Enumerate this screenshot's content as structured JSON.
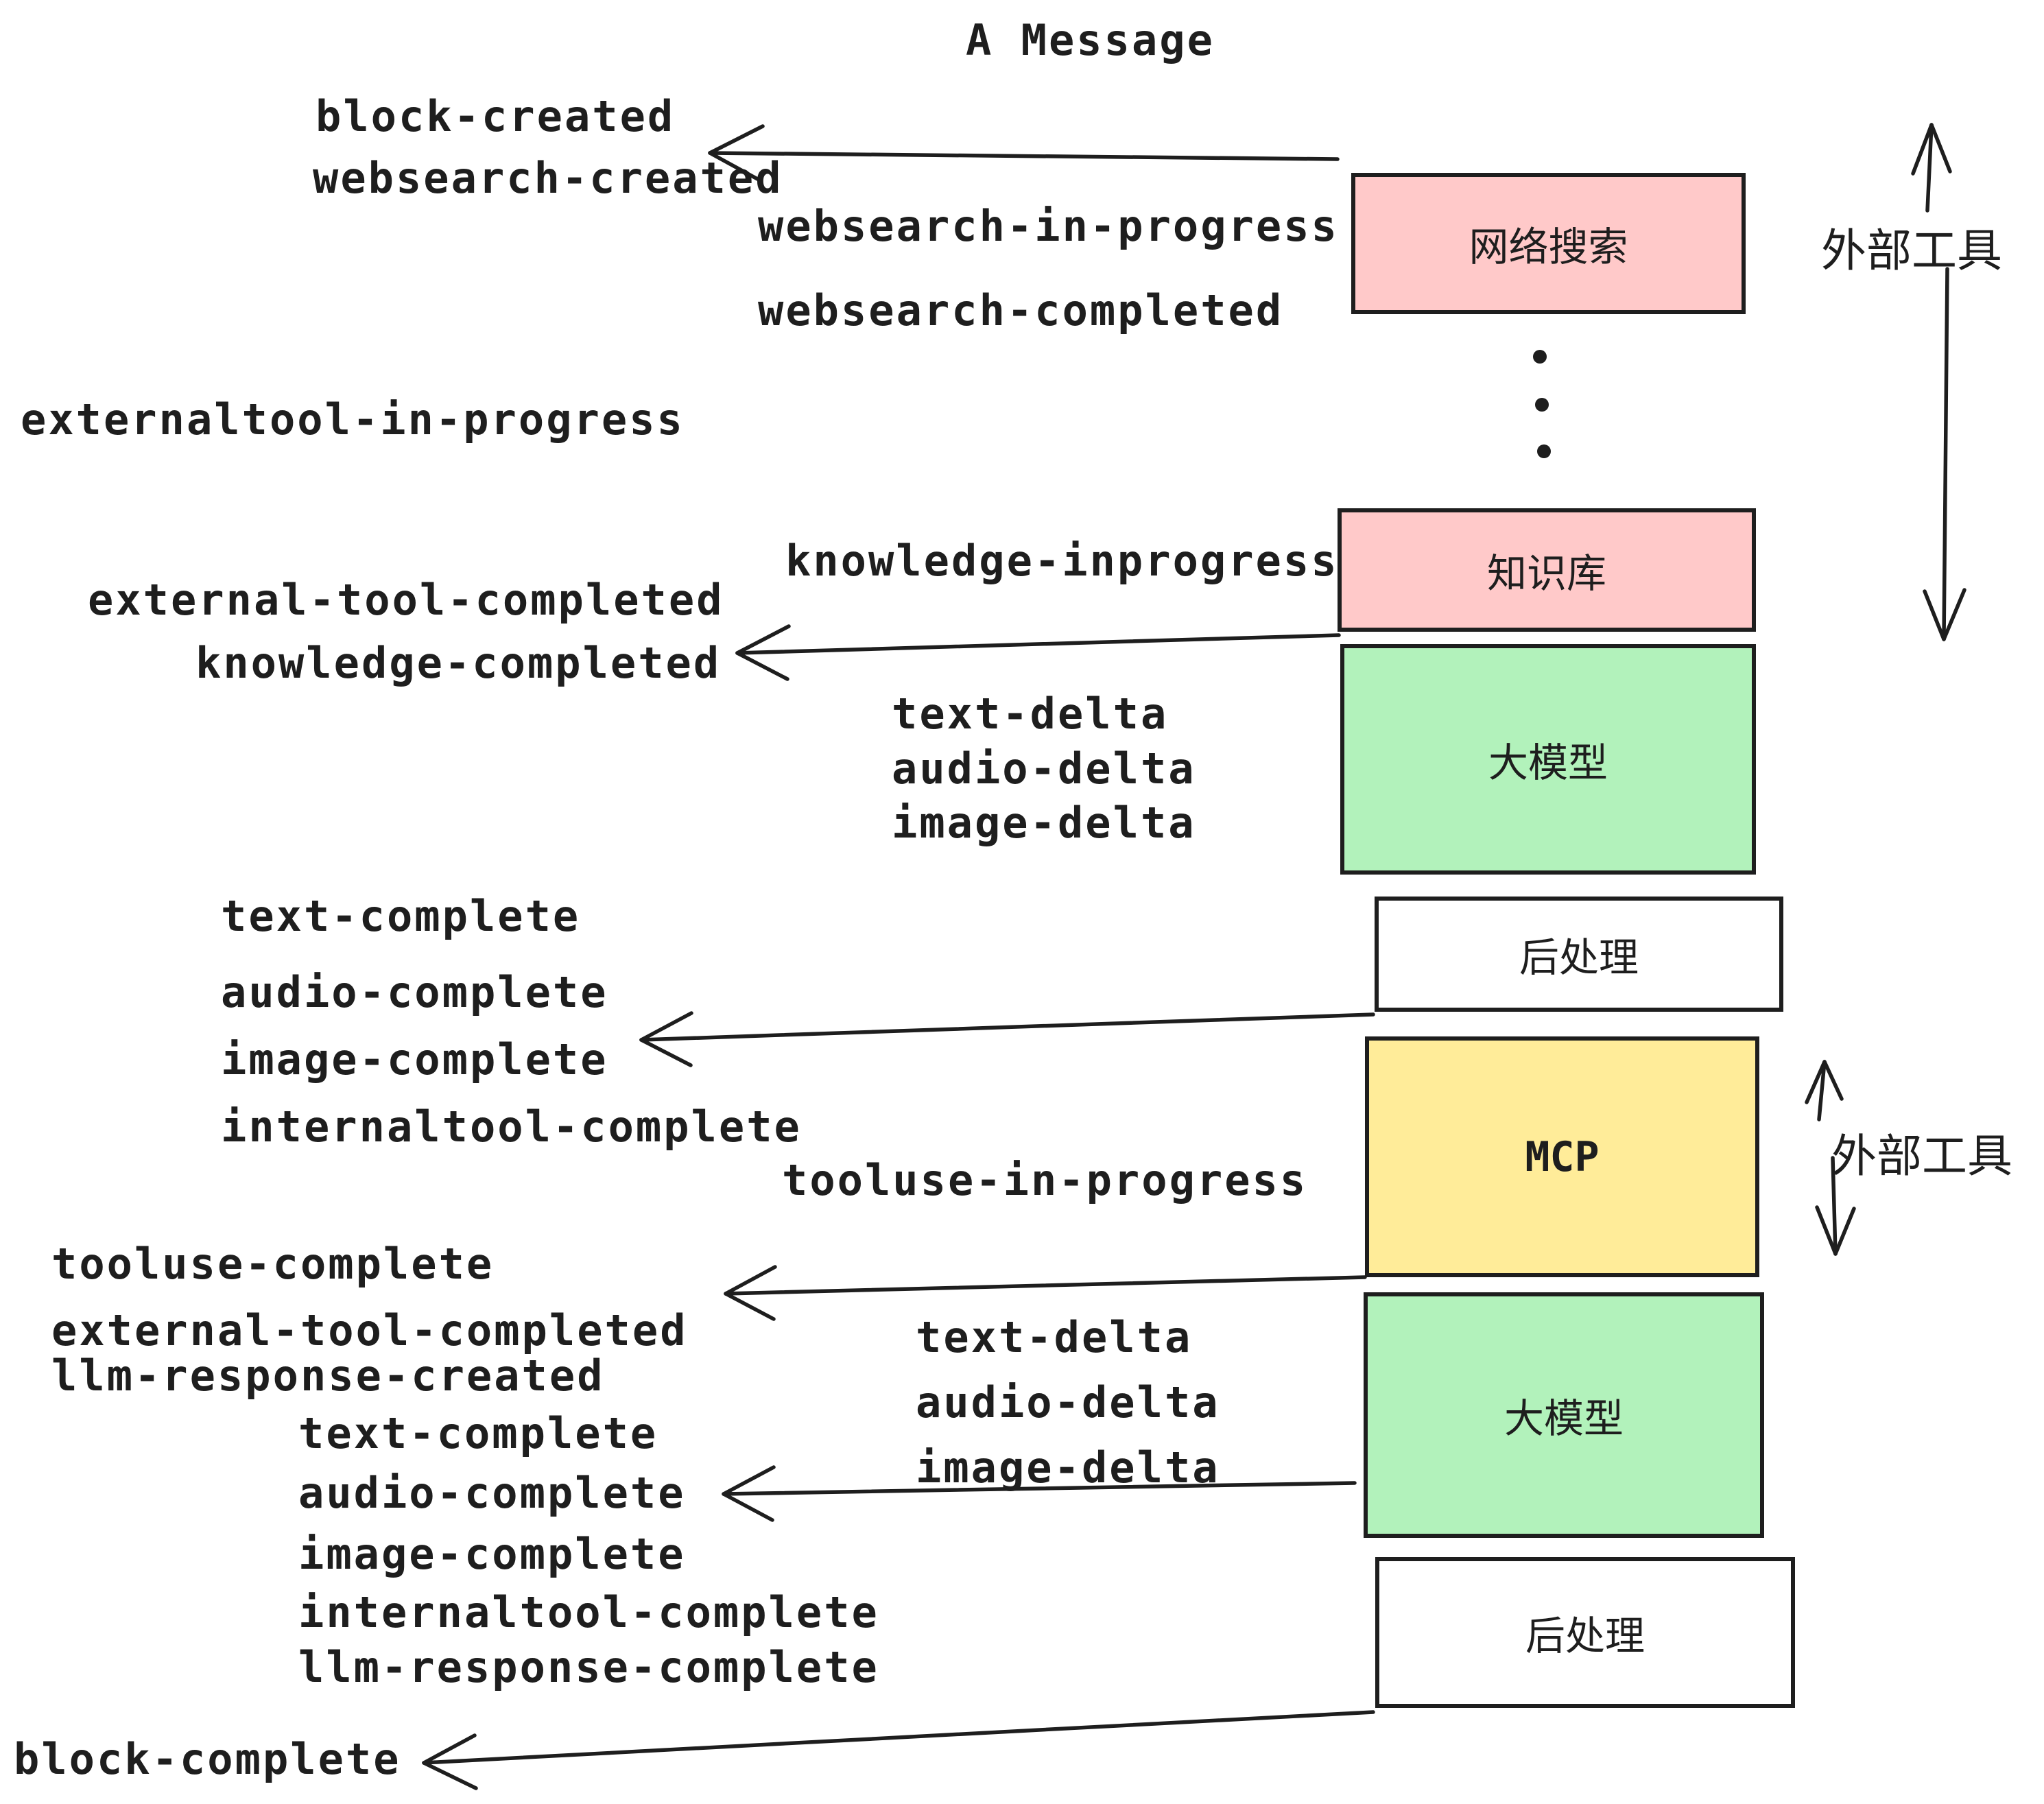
{
  "title": "A Message",
  "colors": {
    "pink": "#FFC9C9",
    "green": "#B2F2BB",
    "yellow": "#FFEC99",
    "white": "#FFFFFF",
    "ink": "#1E1E1E"
  },
  "boxes": {
    "websearch": "网络搜索",
    "knowledge": "知识库",
    "llm_top": "大模型",
    "post_top": "后处理",
    "mcp": "MCP",
    "llm_bottom": "大模型",
    "post_bottom": "后处理"
  },
  "side_labels": {
    "external_tools_top": "外部工具",
    "external_tools_bottom": "外部工具"
  },
  "events": {
    "block_created": "block-created",
    "websearch_created": "websearch-created",
    "websearch_in_progress": "websearch-in-progress",
    "websearch_completed": "websearch-completed",
    "externaltool_in_progress": "externaltool-in-progress",
    "knowledge_inprogress": "knowledge-inprogress",
    "external_tool_completed_1": "external-tool-completed",
    "knowledge_completed": "knowledge-completed",
    "text_delta_1": "text-delta",
    "audio_delta_1": "audio-delta",
    "image_delta_1": "image-delta",
    "text_complete_1": "text-complete",
    "audio_complete_1": "audio-complete",
    "image_complete_1": "image-complete",
    "internaltool_complete_1": "internaltool-complete",
    "tooluse_in_progress": "tooluse-in-progress",
    "tooluse_complete": "tooluse-complete",
    "external_tool_completed_2": "external-tool-completed",
    "llm_response_created": "llm-response-created",
    "text_delta_2": "text-delta",
    "audio_delta_2": "audio-delta",
    "image_delta_2": "image-delta",
    "text_complete_2": "text-complete",
    "audio_complete_2": "audio-complete",
    "image_complete_2": "image-complete",
    "internaltool_complete_2": "internaltool-complete",
    "llm_response_complete": "llm-response-complete",
    "block_complete": "block-complete"
  }
}
